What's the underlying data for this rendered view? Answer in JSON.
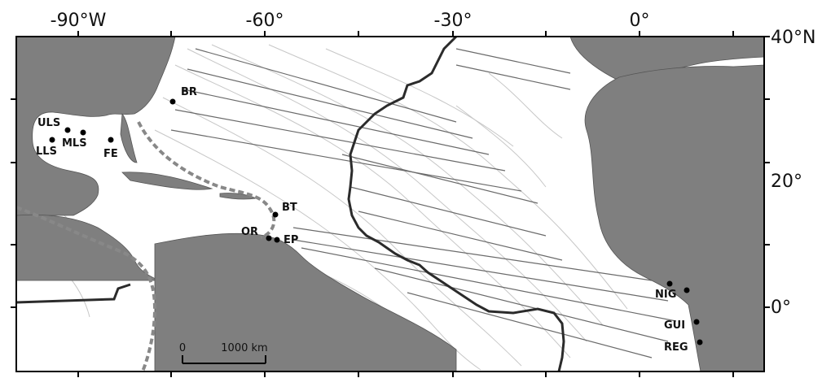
{
  "axes": {
    "top": [
      "-90°W",
      "-60°",
      "-30°",
      "0°"
    ],
    "right": [
      "40°N",
      "20°",
      "0°"
    ]
  },
  "sites": [
    "BR",
    "ULS",
    "MLS",
    "LLS",
    "FE",
    "BT",
    "OR",
    "EP",
    "NIG",
    "GUI",
    "REG"
  ],
  "scale_bar": {
    "start": "0",
    "end": "1000 km"
  },
  "colors": {
    "land": "#7f7f7f",
    "ocean": "#ffffff",
    "ridge": "#2b2b2b",
    "plate_boundary": "#888888"
  }
}
